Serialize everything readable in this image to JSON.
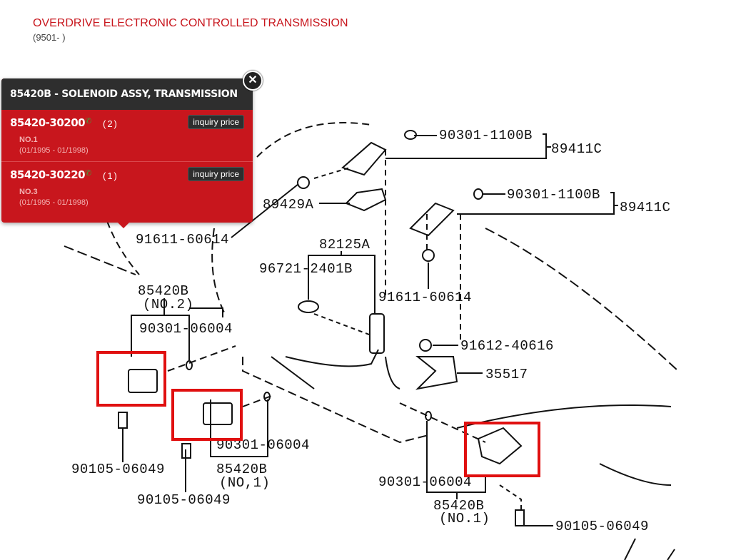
{
  "header": {
    "title": "OVERDRIVE ELECTRONIC CONTROLLED TRANSMISSION",
    "subtitle": "(9501- )"
  },
  "colors": {
    "accent": "#c8161d",
    "highlight": "#e01010",
    "popup_header": "#2e2e2e"
  },
  "popup": {
    "title": "85420B - SOLENOID ASSY, TRANSMISSION",
    "close_icon": "close-icon",
    "parts": [
      {
        "part_no": "85420-30200",
        "qty": "(2)",
        "note": "NO.1",
        "dates": "(01/1995 - 01/1998)",
        "button": "inquiry price"
      },
      {
        "part_no": "85420-30220",
        "qty": "(1)",
        "note": "NO.3",
        "dates": "(01/1995 - 01/1998)",
        "button": "inquiry price"
      }
    ]
  },
  "labels": {
    "l1": "90301-1100B",
    "l2": "89411C",
    "l3": "91611-60614",
    "l4": "89429A",
    "l5": "90301-1100B",
    "l6": "89411C",
    "l7": "82125A",
    "l8": "96721-2401B",
    "l9": "91611-60614",
    "l10": "91612-40616",
    "l11": "35517",
    "l12": "85420B",
    "l13": "(NO.2)",
    "l14": "90301-06004",
    "l15": "90301-06004",
    "l16": "85420B",
    "l17": "(NO,1)",
    "l18": "90105-06049",
    "l19": "90105-06049",
    "l20": "90301-06004",
    "l21": "85420B",
    "l22": "(NO.1)",
    "l23": "90105-06049"
  }
}
